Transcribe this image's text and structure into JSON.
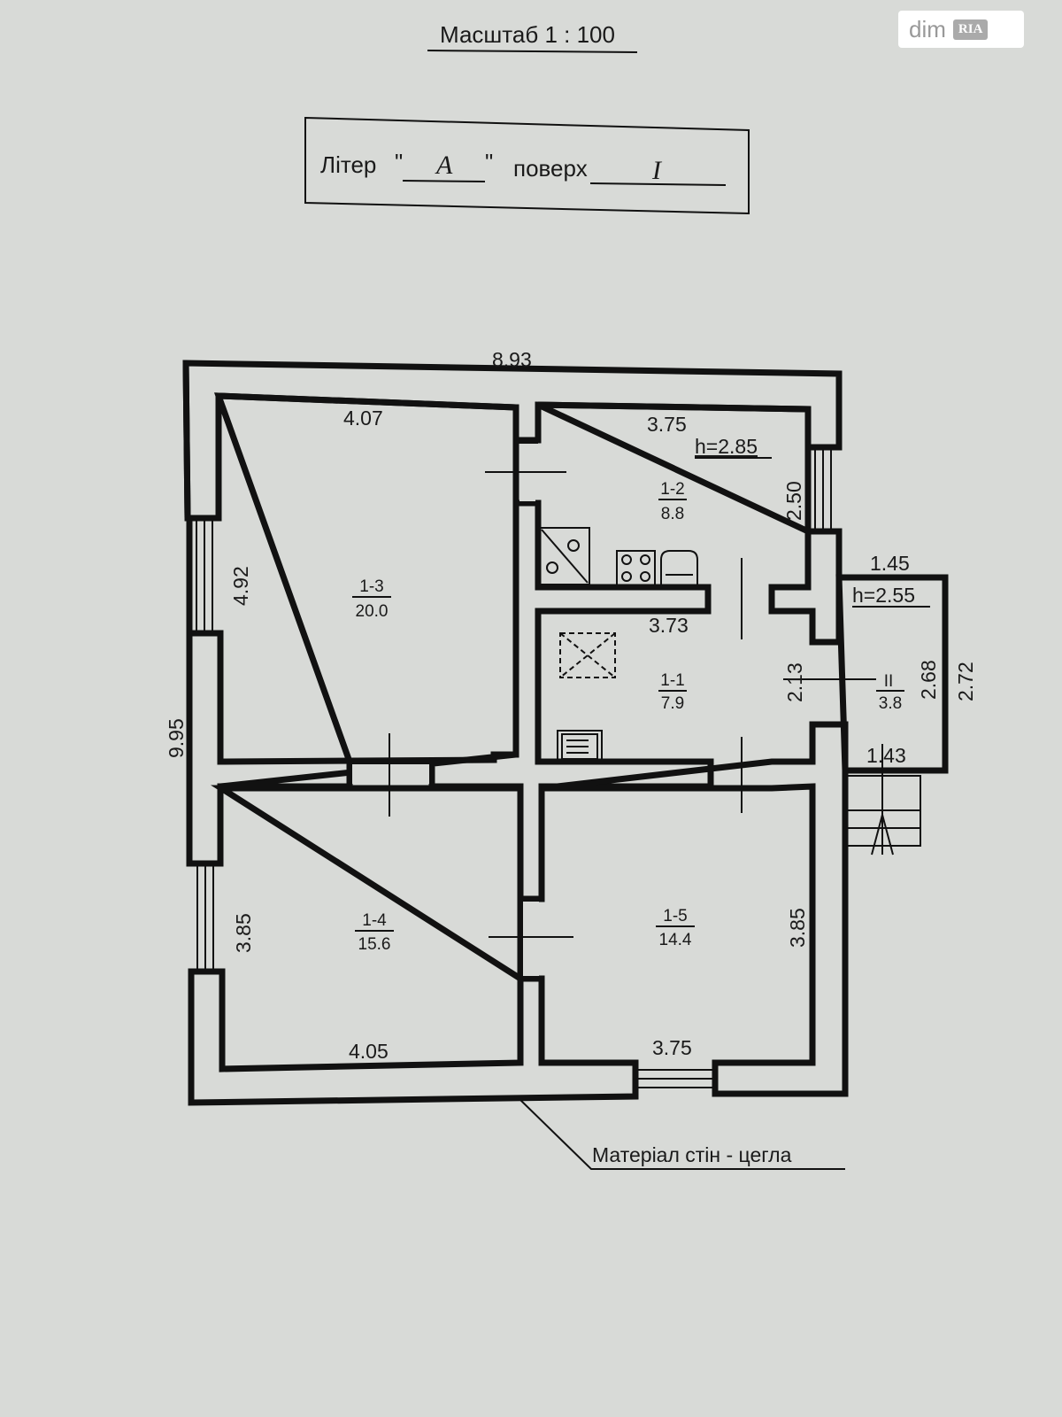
{
  "header": {
    "scale": "Масштаб 1 : 100"
  },
  "letter_box": {
    "letter_label": "Літер",
    "quote_open": "\"",
    "letter": "A",
    "quote_close": "\"",
    "floor_label": "поверх",
    "floor": "I"
  },
  "rooms": [
    {
      "id": "1-1",
      "area": "7.9"
    },
    {
      "id": "1-2",
      "area": "8.8"
    },
    {
      "id": "1-3",
      "area": "20.0"
    },
    {
      "id": "1-4",
      "area": "15.6"
    },
    {
      "id": "1-5",
      "area": "14.4"
    },
    {
      "id": "II",
      "area": "3.8"
    }
  ],
  "dimensions": {
    "outer_top": "8.93",
    "outer_left": "9.95",
    "r13_top": "4.07",
    "r13_left": "4.92",
    "r12_top": "3.75",
    "r12_right": "2.50",
    "r12_height": "h=2.85",
    "r11_top": "3.73",
    "r11_right": "2.13",
    "r14_left": "3.85",
    "r14_bottom": "4.05",
    "r15_right": "3.85",
    "r15_bottom": "3.75",
    "annex_top": "1.45",
    "annex_height": "h=2.55",
    "annex_inner": "2.68",
    "annex_outer": "2.72",
    "annex_bottom": "1.43"
  },
  "note": "Матеріал стін - цегла",
  "watermark": {
    "brand": "dim",
    "badge": "RIA"
  }
}
